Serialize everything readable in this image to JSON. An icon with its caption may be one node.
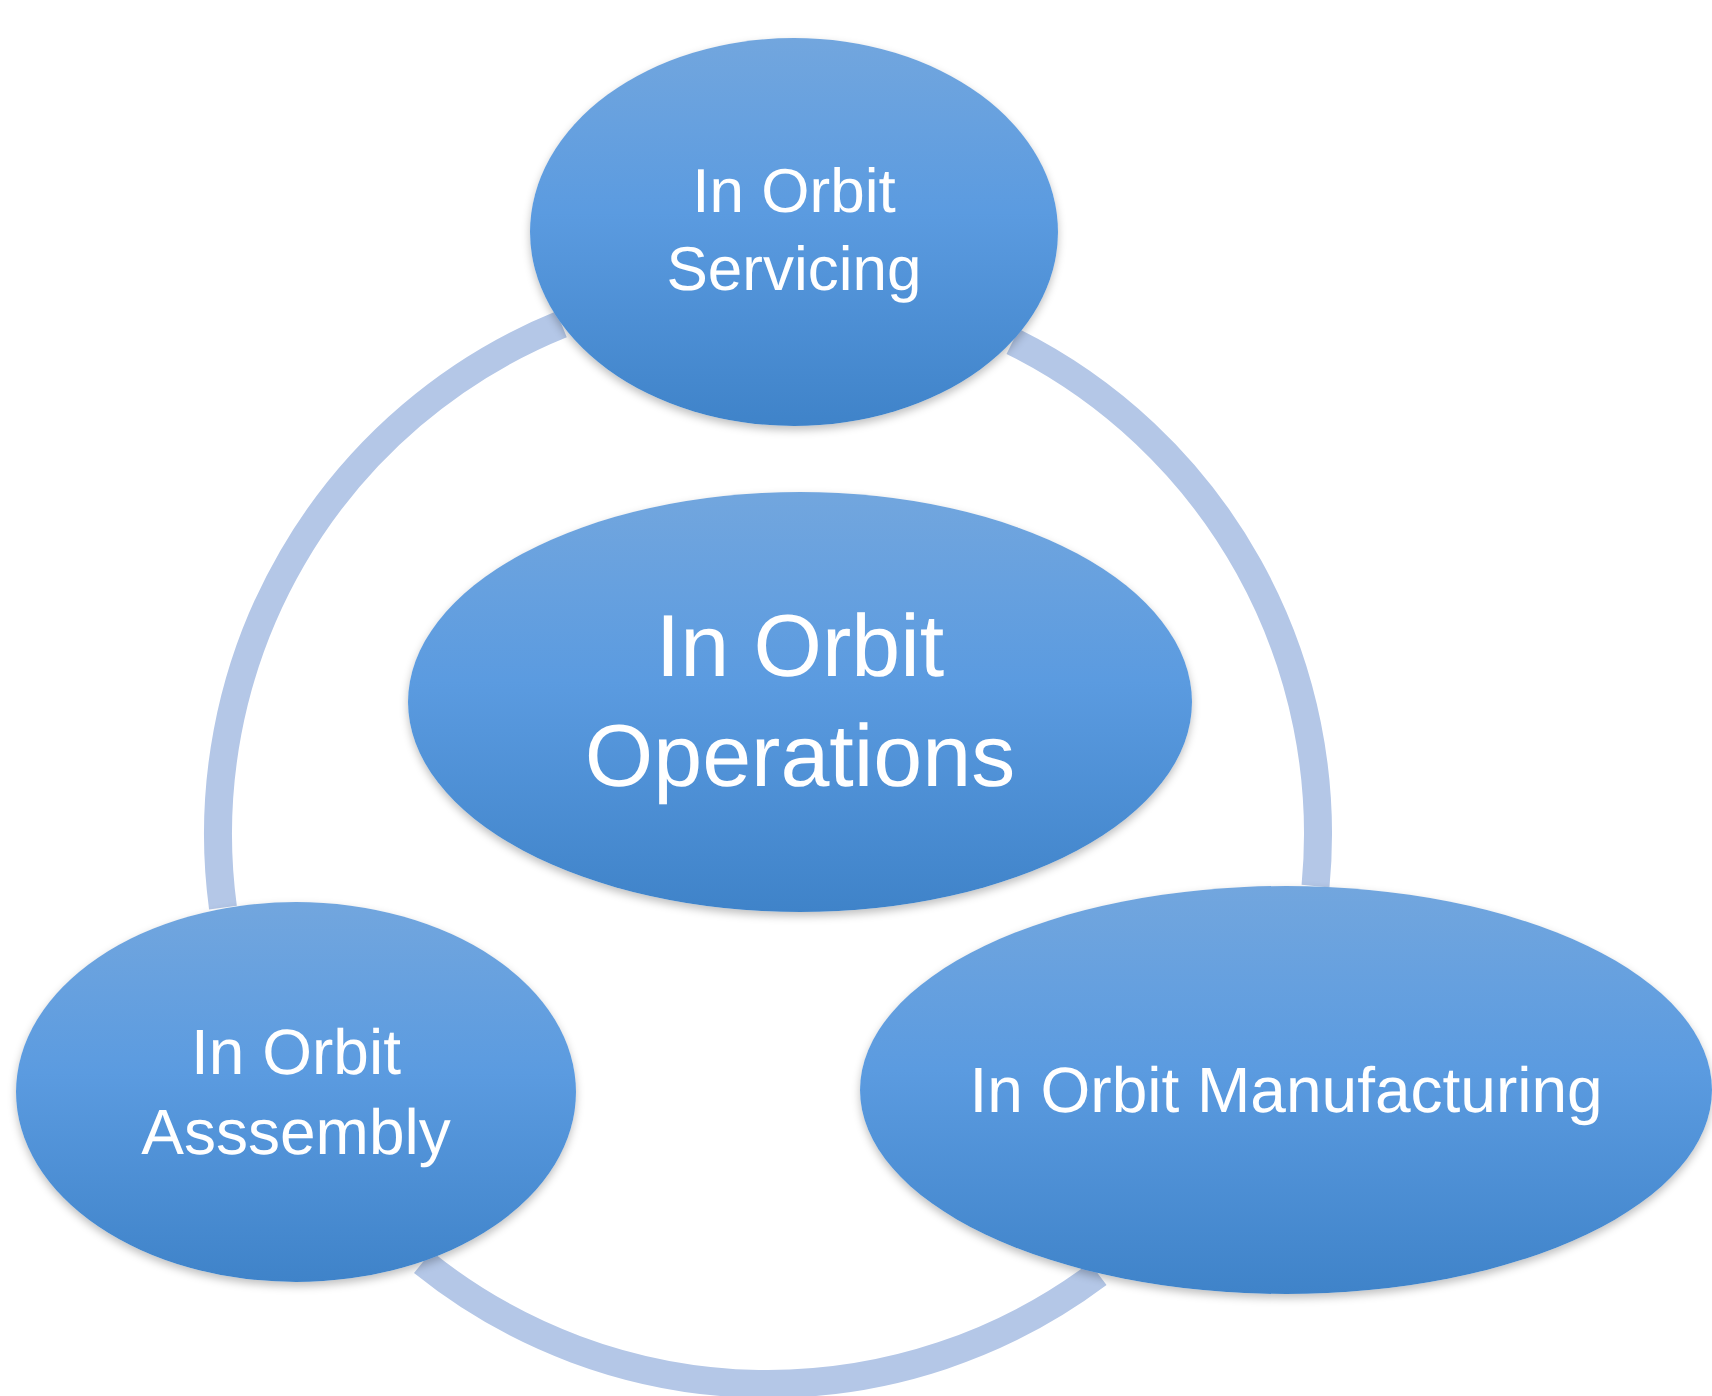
{
  "diagram": {
    "nodes": [
      {
        "text": [
          "In Orbit Operations"
        ]
      },
      {
        "text": [
          "In Orbit Servicing"
        ]
      },
      {
        "text": [
          "In Orbit Asssembly"
        ]
      },
      {
        "text": [
          "In Orbit Manufacturing"
        ]
      }
    ],
    "edges": [
      {
        "from": 1,
        "to": 3,
        "arrow": "none"
      },
      {
        "from": 3,
        "to": 2,
        "arrow": "none"
      },
      {
        "from": 2,
        "to": 1,
        "arrow": "none"
      }
    ]
  }
}
